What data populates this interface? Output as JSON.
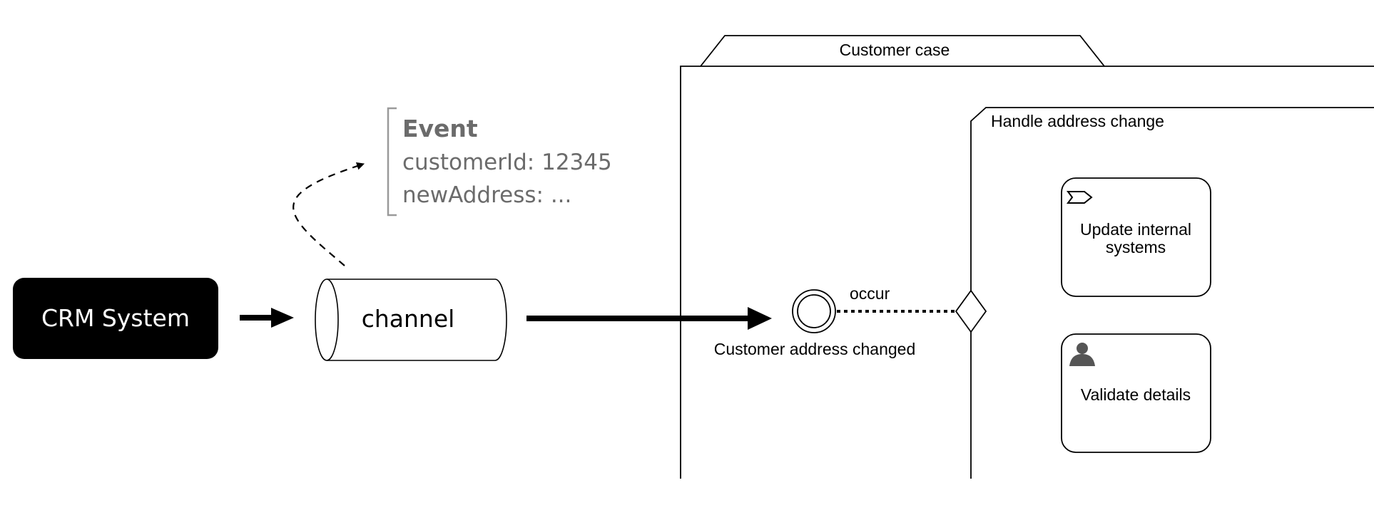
{
  "crm": {
    "label": "CRM System"
  },
  "channel": {
    "label": "channel"
  },
  "event_note": {
    "title": "Event",
    "line1": "customerId: 12345",
    "line2": "newAddress: ..."
  },
  "case": {
    "title": "Customer case"
  },
  "stage": {
    "title": "Handle address change"
  },
  "event_listener": {
    "label": "Customer address changed",
    "sentry_label": "occur"
  },
  "tasks": [
    {
      "line1": "Update internal",
      "line2": "systems",
      "icon": "process-task-icon"
    },
    {
      "label": "Validate details",
      "icon": "human-task-icon"
    }
  ],
  "colors": {
    "crm_fill": "#000000",
    "note_text": "#6b6b6b",
    "note_bracket": "#9a9a9a",
    "line": "#000000"
  }
}
